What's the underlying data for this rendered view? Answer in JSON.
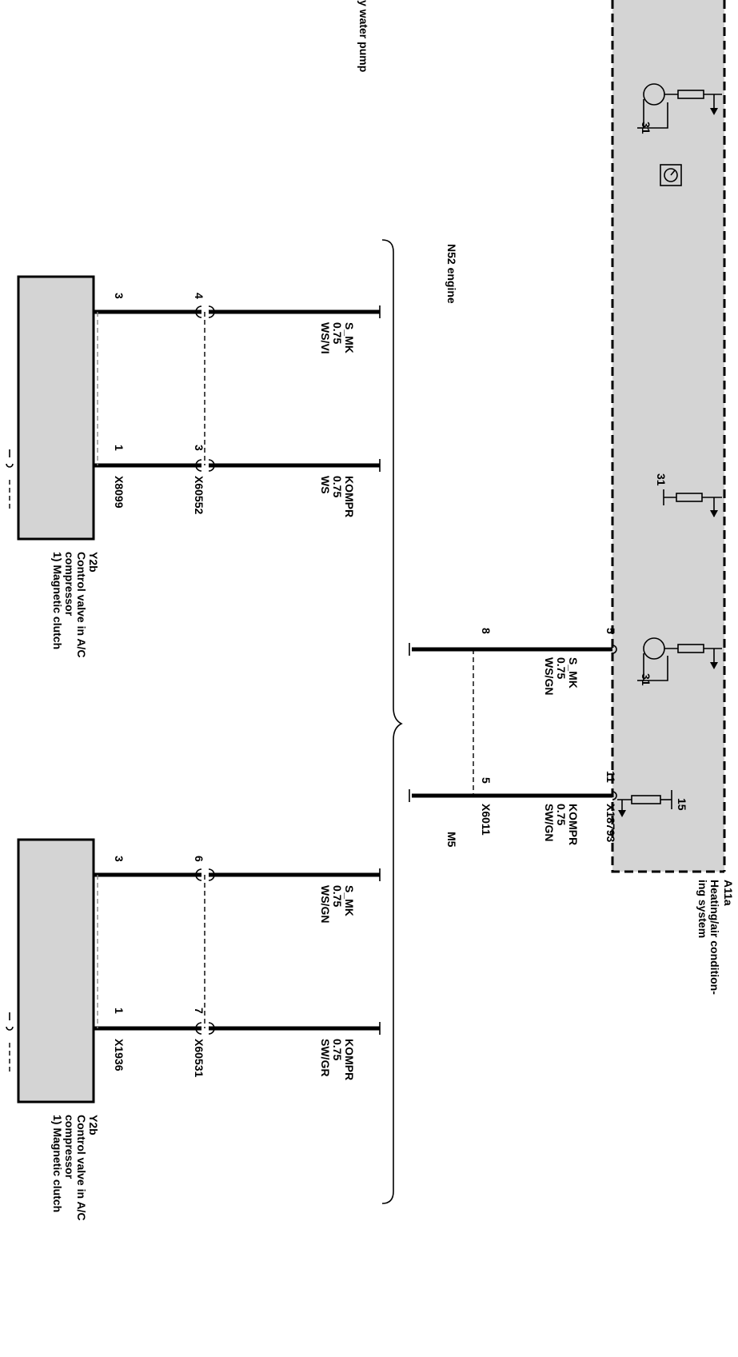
{
  "title_fragment": "y water pump",
  "harness_labels": {
    "n52": "N52 engine",
    "m5": "M5"
  },
  "module_a11a": {
    "id": "A11a",
    "name_line1": "Heating/air condition-",
    "name_line2": "ing system",
    "ground": "31",
    "supply": "15",
    "connector": "X18793"
  },
  "connector_x6011": "X6011",
  "m5_circuits": {
    "s_mk": {
      "name": "S_MK",
      "gauge": "0.75",
      "color": "WS/GN",
      "pin_module": "5",
      "pin_plug": "8"
    },
    "kompr": {
      "name": "KOMPR",
      "gauge": "0.75",
      "color": "SW/GN",
      "pin_module": "11",
      "pin_plug": "5"
    }
  },
  "n52_group": {
    "s_mk": {
      "name": "S_MK",
      "gauge": "0.75",
      "color": "WS/VI"
    },
    "kompr": {
      "name": "KOMPR",
      "gauge": "0.75",
      "color": "WS"
    },
    "inline_connector": "X60552",
    "inline_pins": [
      "4",
      "3"
    ],
    "valve_connector": "X8099",
    "valve_pins": [
      "3",
      "1"
    ]
  },
  "second_group": {
    "s_mk": {
      "name": "S_MK",
      "gauge": "0.75",
      "color": "WS/GN"
    },
    "kompr": {
      "name": "KOMPR",
      "gauge": "0.75",
      "color": "SW/GR"
    },
    "inline_connector": "X60531",
    "inline_pins": [
      "6",
      "7"
    ],
    "valve_connector": "X1936",
    "valve_pins": [
      "3",
      "1"
    ]
  },
  "valve": {
    "id": "Y2b",
    "line1": "Control valve in A/C",
    "line2": "compressor",
    "line3": "1) Magnetic clutch"
  }
}
